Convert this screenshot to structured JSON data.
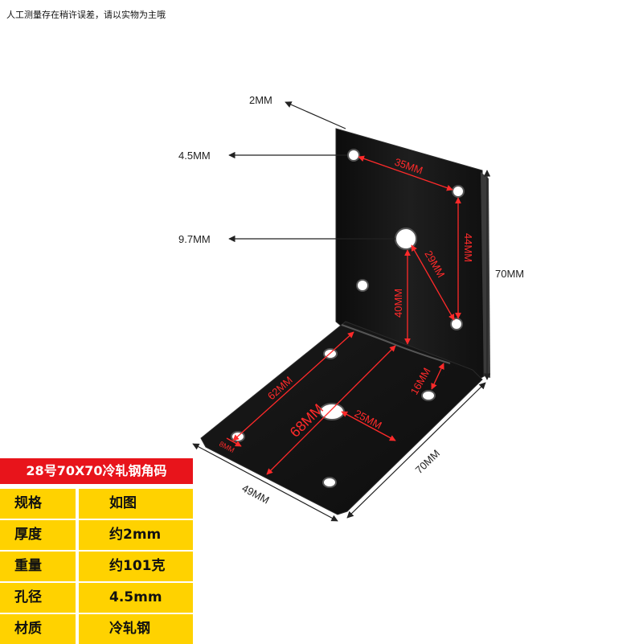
{
  "notice": "人工测量存在稍许误差，请以实物为主哦",
  "dimensions": {
    "thickness": "2MM",
    "small_hole": "4.5MM",
    "large_hole": "9.7MM",
    "vertical_height": "70MM",
    "hole_spacing_top": "35MM",
    "hole_spacing_side": "44MM",
    "diagonal": "29MM",
    "vertical_to_hole": "40MM",
    "bottom_hole_row": "62MM",
    "bottom_long": "68MM",
    "bottom_to_hole": "25MM",
    "edge_to_hole": "16MM",
    "small_edge": "8MM",
    "base_width": "49MM",
    "base_length": "70MM"
  },
  "spec": {
    "title": "28号70X70冷轧钢角码",
    "rows": [
      {
        "key": "规格",
        "value": "如图"
      },
      {
        "key": "厚度",
        "value": "约2mm"
      },
      {
        "key": "重量",
        "value": "约101克"
      },
      {
        "key": "孔径",
        "value": "4.5mm"
      },
      {
        "key": "材质",
        "value": "冷轧钢"
      }
    ]
  },
  "colors": {
    "bracket": "#161616",
    "dimension_red": "#ff2a2a",
    "title_bg": "#e8141b",
    "row_bg": "#ffd200"
  }
}
